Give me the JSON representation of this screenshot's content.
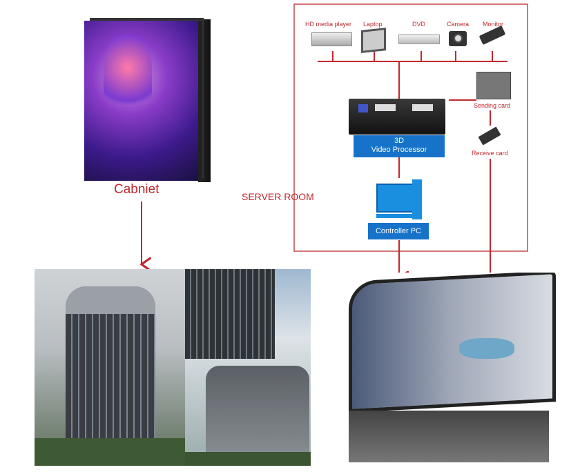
{
  "left": {
    "cabinet_label": "Cabniet"
  },
  "server_room_label": "SERVER ROOM",
  "sources": [
    {
      "label": "HD media player",
      "icon": "media-player-icon"
    },
    {
      "label": "Laptop",
      "icon": "laptop-icon"
    },
    {
      "label": "DVD",
      "icon": "dvd-icon"
    },
    {
      "label": "Camera",
      "icon": "camera-icon"
    },
    {
      "label": "Monitor",
      "icon": "cctv-icon"
    }
  ],
  "processor": {
    "line1": "3D",
    "line2": "Video Processor"
  },
  "sending_card": "Sending card",
  "receive_card": "Receive card",
  "controller_pc": "Controller PC",
  "colors": {
    "red": "#c0282e",
    "blue": "#1673c9"
  }
}
